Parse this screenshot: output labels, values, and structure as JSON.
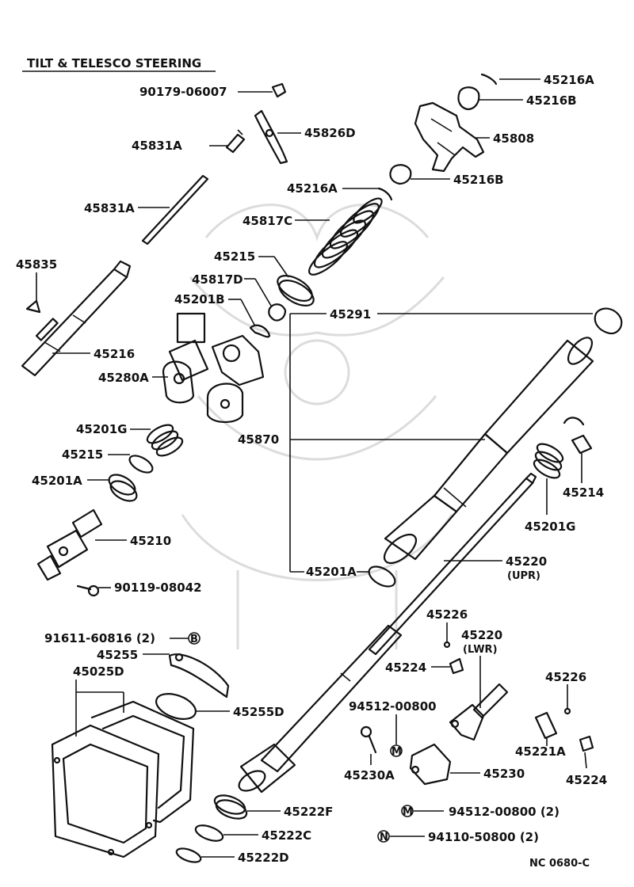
{
  "title": "TILT & TELESCO STEERING",
  "footer_code": "NC 0680-C",
  "circle_symbols": {
    "B": "B",
    "M": "M",
    "N": "N"
  },
  "labels": [
    {
      "id": "l01",
      "text": "45216A"
    },
    {
      "id": "l02",
      "text": "90179-06007"
    },
    {
      "id": "l03",
      "text": "45216B"
    },
    {
      "id": "l04",
      "text": "45826D"
    },
    {
      "id": "l05",
      "text": "45808"
    },
    {
      "id": "l06",
      "text": "45831A"
    },
    {
      "id": "l07",
      "text": "45216B"
    },
    {
      "id": "l08",
      "text": "45216A"
    },
    {
      "id": "l09",
      "text": "45831A"
    },
    {
      "id": "l10",
      "text": "45817C"
    },
    {
      "id": "l11",
      "text": "45835"
    },
    {
      "id": "l12",
      "text": "45215"
    },
    {
      "id": "l13",
      "text": "45817D"
    },
    {
      "id": "l14",
      "text": "45201B"
    },
    {
      "id": "l15",
      "text": "45291"
    },
    {
      "id": "l16",
      "text": "45216"
    },
    {
      "id": "l17",
      "text": "45280A"
    },
    {
      "id": "l18",
      "text": "45201G"
    },
    {
      "id": "l19",
      "text": "45870"
    },
    {
      "id": "l20",
      "text": "45215"
    },
    {
      "id": "l21",
      "text": "45201A"
    },
    {
      "id": "l22",
      "text": "45214"
    },
    {
      "id": "l23",
      "text": "45201G"
    },
    {
      "id": "l24",
      "text": "45210"
    },
    {
      "id": "l25",
      "text": "45220"
    },
    {
      "id": "l26",
      "text": "(UPR)"
    },
    {
      "id": "l27",
      "text": "45201A"
    },
    {
      "id": "l28",
      "text": "90119-08042"
    },
    {
      "id": "l29",
      "text": "45226"
    },
    {
      "id": "l30",
      "text": "91611-60816 (2)"
    },
    {
      "id": "l31",
      "text": "45220"
    },
    {
      "id": "l32",
      "text": "(LWR)"
    },
    {
      "id": "l33",
      "text": "45255"
    },
    {
      "id": "l34",
      "text": "45025D"
    },
    {
      "id": "l35",
      "text": "45224"
    },
    {
      "id": "l36",
      "text": "45226"
    },
    {
      "id": "l37",
      "text": "94512-00800"
    },
    {
      "id": "l38",
      "text": "45255D"
    },
    {
      "id": "l39",
      "text": "45221A"
    },
    {
      "id": "l40",
      "text": "45230A"
    },
    {
      "id": "l41",
      "text": "45230"
    },
    {
      "id": "l42",
      "text": "45224"
    },
    {
      "id": "l43",
      "text": "45222F"
    },
    {
      "id": "l44",
      "text": "94512-00800 (2)"
    },
    {
      "id": "l45",
      "text": "45222C"
    },
    {
      "id": "l46",
      "text": "94110-50800 (2)"
    },
    {
      "id": "l47",
      "text": "45222D"
    }
  ]
}
